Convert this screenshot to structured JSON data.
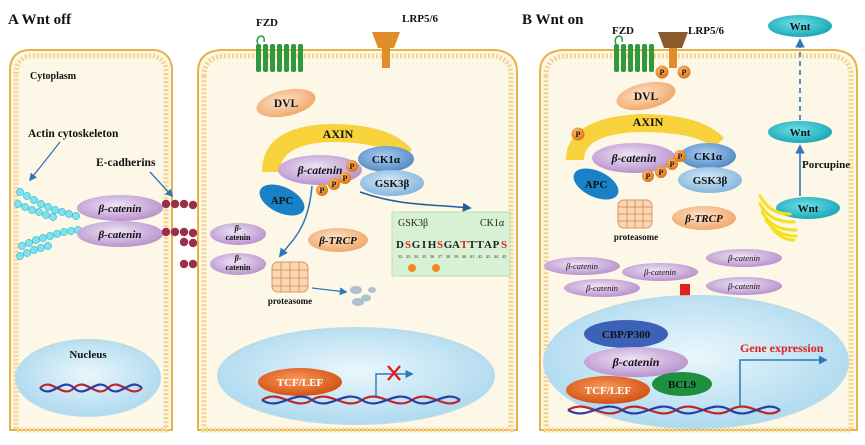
{
  "panel_a": {
    "title": "A  Wnt off",
    "cytoplasm": "Cytoplasm",
    "actin": "Actin cytoskeleton",
    "ecad": "E-cadherins",
    "bcat_main": "β-catenin",
    "bcat_small_1": "β-",
    "bcat_small_2": "catenin",
    "nucleus": "Nucleus",
    "fzd": "FZD",
    "lrp": "LRP5/6",
    "dvl": "DVL",
    "axin": "AXIN",
    "ck1": "CK1α",
    "gsk": "GSK3β",
    "apc": "APC",
    "btrcp": "β-TRCP",
    "proteasome": "proteasome",
    "tcf": "TCF/LEF",
    "p": "P",
    "inset_gsk": "GSK3β",
    "inset_ck1": "CK1α",
    "sequence": [
      "D",
      "S",
      "G",
      "I",
      "H",
      "S",
      "G",
      "A",
      "T",
      "T",
      "T",
      "A",
      "P",
      "S"
    ],
    "seq_numbers": [
      "32",
      "33",
      "34",
      "35",
      "36",
      "37",
      "38",
      "39",
      "40",
      "41",
      "42",
      "43",
      "44",
      "45"
    ]
  },
  "panel_b": {
    "title": "B  Wnt on",
    "fzd": "FZD",
    "lrp": "LRP5/6",
    "dvl": "DVL",
    "axin": "AXIN",
    "ck1": "CK1α",
    "gsk": "GSK3β",
    "apc": "APC",
    "btrcp": "β-TRCP",
    "proteasome": "proteasome",
    "bcat": "β-catenin",
    "cbp": "CBP/P300",
    "tcf": "TCF/LEF",
    "bcl9": "BCL9",
    "gene": "Gene expression",
    "wnt": "Wnt",
    "porcupine": "Porcupine",
    "p": "P"
  },
  "colors": {
    "cell_border": "#e8b24a",
    "cell_fill": "#fdf7e7",
    "membrane": "#f2d48a",
    "fzd": "#2e9a3c",
    "lrp": "#e28d2b",
    "dvl": "#f5b983",
    "axin": "#f8d23a",
    "bcat": "#c9a7dd",
    "ck1": "#6ea3d9",
    "gsk": "#9cc4e6",
    "apc": "#1a80c8",
    "p": "#f28c1c",
    "nucleus": "#cfe9f5",
    "tcf": "#e35e16",
    "bcl9": "#1d8f3f",
    "cbp": "#3b62b7",
    "wnt": "#21b8c6",
    "porc": "#f6e01c",
    "arrow_blue": "#2f78b8",
    "red": "#e02020"
  }
}
